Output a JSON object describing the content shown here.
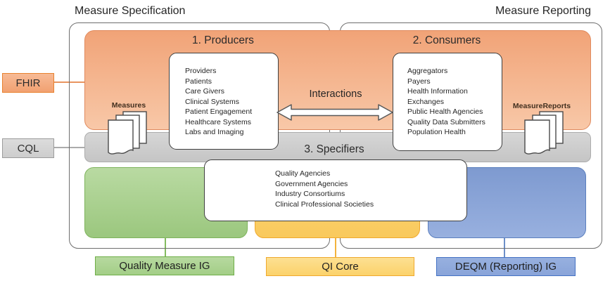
{
  "titles": {
    "specification": "Measure Specification",
    "reporting": "Measure Reporting"
  },
  "bands": {
    "producers": {
      "heading": "1. Producers",
      "items": [
        "Providers",
        "Patients",
        "Care Givers",
        "Clinical Systems",
        "Patient Engagement",
        "Healthcare Systems",
        "Labs and Imaging"
      ]
    },
    "consumers": {
      "heading": "2. Consumers",
      "items": [
        "Aggregators",
        "Payers",
        "Health Information",
        "Exchanges",
        "Public Health Agencies",
        "Quality Data Submitters",
        "Population Health"
      ]
    },
    "specifiers": {
      "heading": "3. Specifiers",
      "items": [
        "Quality Agencies",
        "Government Agencies",
        "Industry Consortiums",
        "Clinical Professional Societies"
      ]
    }
  },
  "interactions": {
    "label": "Interactions"
  },
  "artifacts": {
    "measures_label": "Measures",
    "measure_reports_label": "MeasureReports"
  },
  "standards": {
    "fhir": "FHIR",
    "cql": "CQL"
  },
  "implementation_guides": {
    "quality_measure_ig": "Quality Measure IG",
    "qi_core": "QI Core",
    "deqm_ig": "DEQM (Reporting) IG"
  },
  "colors": {
    "orange_accent": "#ED7D31",
    "orange_band_top": "#F1A377",
    "orange_band_bottom": "#F8C8A8",
    "gray_band": "#CCCCCC",
    "green_fill": "#A9D18E",
    "green_border": "#70AD47",
    "yellow_fill": "#FACD62",
    "yellow_border": "#EFA92E",
    "blue_fill": "#8FAADC",
    "blue_border": "#4472C4",
    "outline_gray": "#595959"
  }
}
